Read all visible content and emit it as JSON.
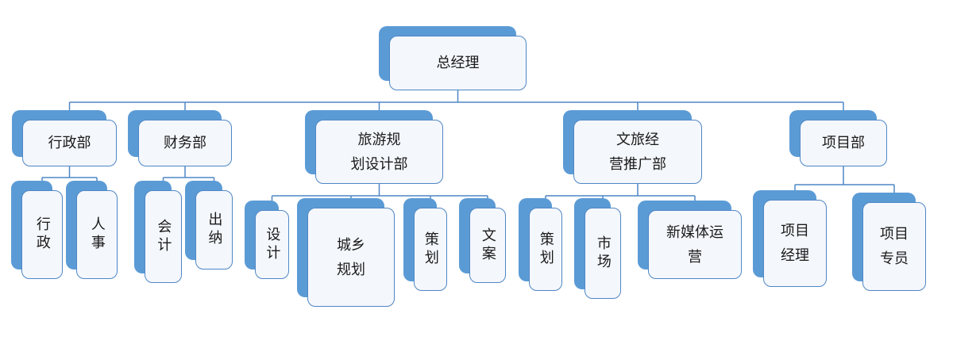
{
  "diagram": {
    "type": "org-chart",
    "accent_color": "#5b9bd5",
    "border_color": "#4f87c5",
    "box_fill_color": "#f4f7fc",
    "root": {
      "label": "总经理"
    },
    "departments": [
      {
        "label": "行政部",
        "children": [
          {
            "label": "行政"
          },
          {
            "label": "人事"
          }
        ]
      },
      {
        "label": "财务部",
        "children": [
          {
            "label": "会计"
          },
          {
            "label": "出纳"
          }
        ]
      },
      {
        "label": "旅游规\n划设计部",
        "children": [
          {
            "label": "设计"
          },
          {
            "label": "城乡\n规划"
          },
          {
            "label": "策划"
          },
          {
            "label": "文案"
          }
        ]
      },
      {
        "label": "文旅经\n营推广部",
        "children": [
          {
            "label": "策划"
          },
          {
            "label": "市场"
          },
          {
            "label": "新媒体运\n营"
          }
        ]
      },
      {
        "label": "项目部",
        "children": [
          {
            "label": "项目\n经理"
          },
          {
            "label": "项目\n专员"
          }
        ]
      }
    ]
  }
}
